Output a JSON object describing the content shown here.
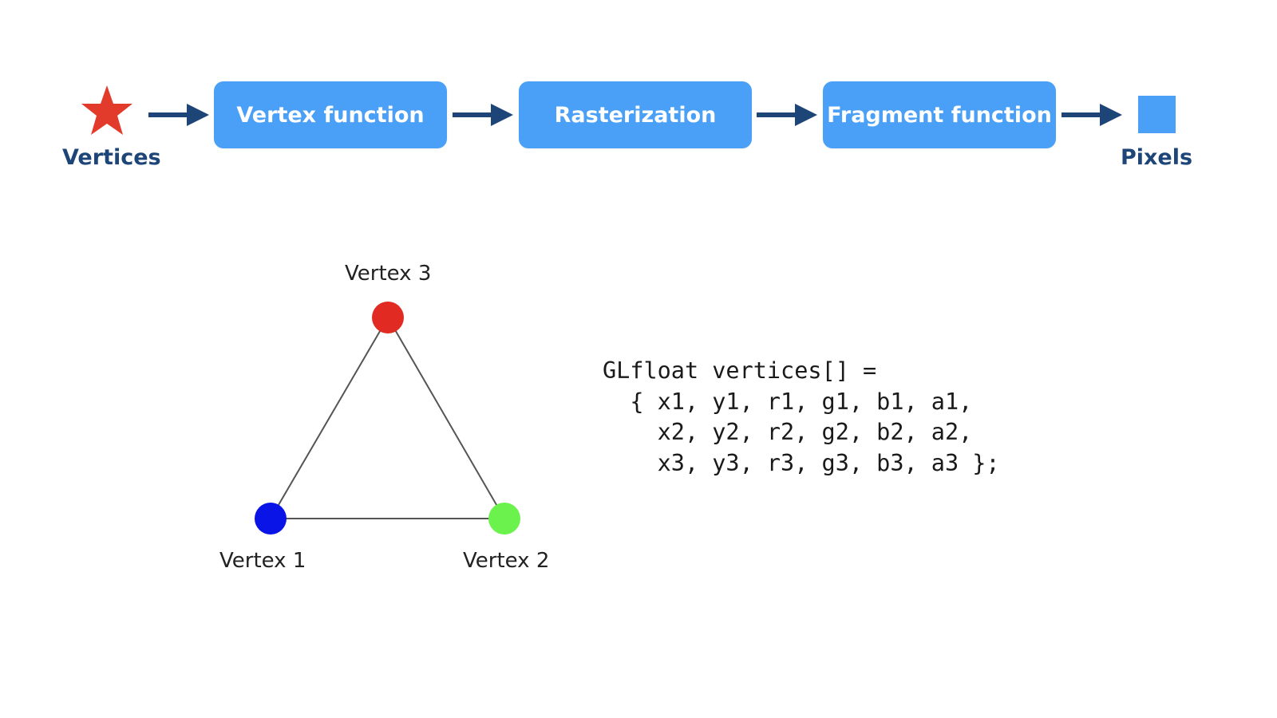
{
  "pipeline": {
    "input_label": "Vertices",
    "output_label": "Pixels",
    "stages": [
      {
        "label": "Vertex function"
      },
      {
        "label": "Rasterization"
      },
      {
        "label": "Fragment function"
      }
    ],
    "colors": {
      "stage_fill": "#4aa0f6",
      "stage_text": "#ffffff",
      "arrow": "#1d4577",
      "label": "#1d4577",
      "star": "#e23a2b"
    },
    "input_icon": "star-icon",
    "output_icon": "pixel-square-icon"
  },
  "triangle": {
    "vertices": [
      {
        "label": "Vertex 1",
        "color": "#0a14e6"
      },
      {
        "label": "Vertex 2",
        "color": "#6cf24c"
      },
      {
        "label": "Vertex 3",
        "color": "#e02a22"
      }
    ],
    "edge_color": "#555555"
  },
  "code": {
    "lines": [
      "GLfloat vertices[] =",
      "  { x1, y1, r1, g1, b1, a1,",
      "    x2, y2, r2, g2, b2, a2,",
      "    x3, y3, r3, g3, b3, a3 };"
    ]
  }
}
